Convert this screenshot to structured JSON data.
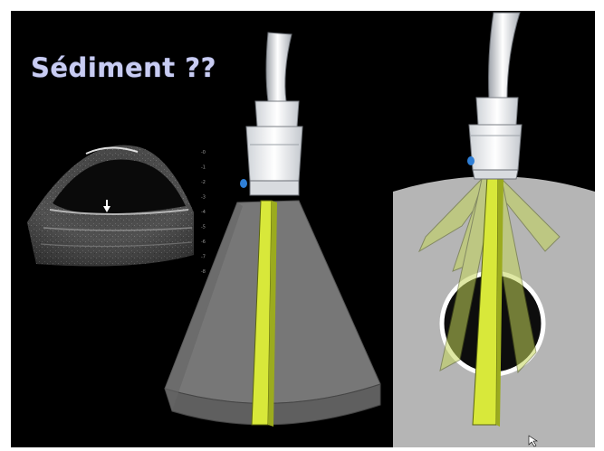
{
  "slide": {
    "title": "Sédiment ??"
  },
  "ultrasound_image": {
    "scale_ticks": [
      "-0",
      "-1",
      "-2",
      "-3",
      "-4",
      "-5",
      "-6",
      "-7",
      "-8"
    ]
  },
  "colors": {
    "background": "#000000",
    "border": "#ffffff",
    "beam_yellow": "#d8e83a",
    "sector_gray": "#7a7a7a",
    "tissue_gray": "#b5b5b5"
  }
}
